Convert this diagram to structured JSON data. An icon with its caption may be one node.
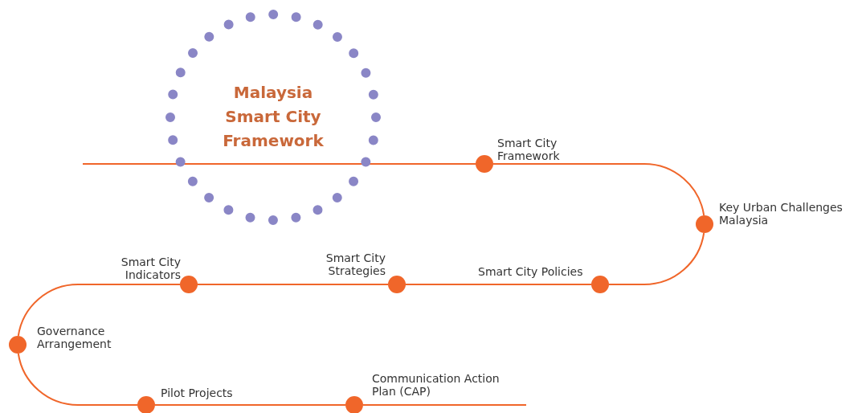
{
  "diagram": {
    "nodes": [
      {
        "text": [
          "Malaysia Smart City Framework"
        ]
      },
      {
        "text": [],
        "shape": "circle",
        "beside": [
          "Smart City Framework"
        ]
      },
      {
        "text": [],
        "shape": "circle",
        "beside": [
          "Key Urban Challenges Malaysia"
        ]
      },
      {
        "text": [],
        "shape": "circle",
        "beside": [
          "Smart City Policies"
        ]
      },
      {
        "text": [],
        "shape": "circle",
        "beside": [
          "Smart City Strategies"
        ]
      },
      {
        "text": [],
        "shape": "circle",
        "beside": [
          "Smart City Indicators"
        ]
      },
      {
        "text": [],
        "shape": "circle",
        "beside": [
          "Governance Arrangement"
        ]
      },
      {
        "text": [],
        "shape": "circle",
        "beside": [
          "Pilot Projects"
        ]
      },
      {
        "text": [],
        "shape": "circle",
        "beside": [
          "Communication Action Plan (CAP)"
        ]
      }
    ],
    "edges": [
      {
        "from": null,
        "to": 1,
        "arrow": "none"
      },
      {
        "from": 1,
        "to": 2,
        "arrow": "none"
      },
      {
        "from": 2,
        "to": 3,
        "arrow": "none"
      },
      {
        "from": 3,
        "to": 4,
        "arrow": "none"
      },
      {
        "from": 4,
        "to": 5,
        "arrow": "none"
      },
      {
        "from": 5,
        "to": 6,
        "arrow": "none"
      },
      {
        "from": 6,
        "to": 7,
        "arrow": "none"
      },
      {
        "from": 7,
        "to": 8,
        "arrow": "none"
      },
      {
        "from": 8,
        "to": null,
        "arrow": "none"
      }
    ]
  }
}
